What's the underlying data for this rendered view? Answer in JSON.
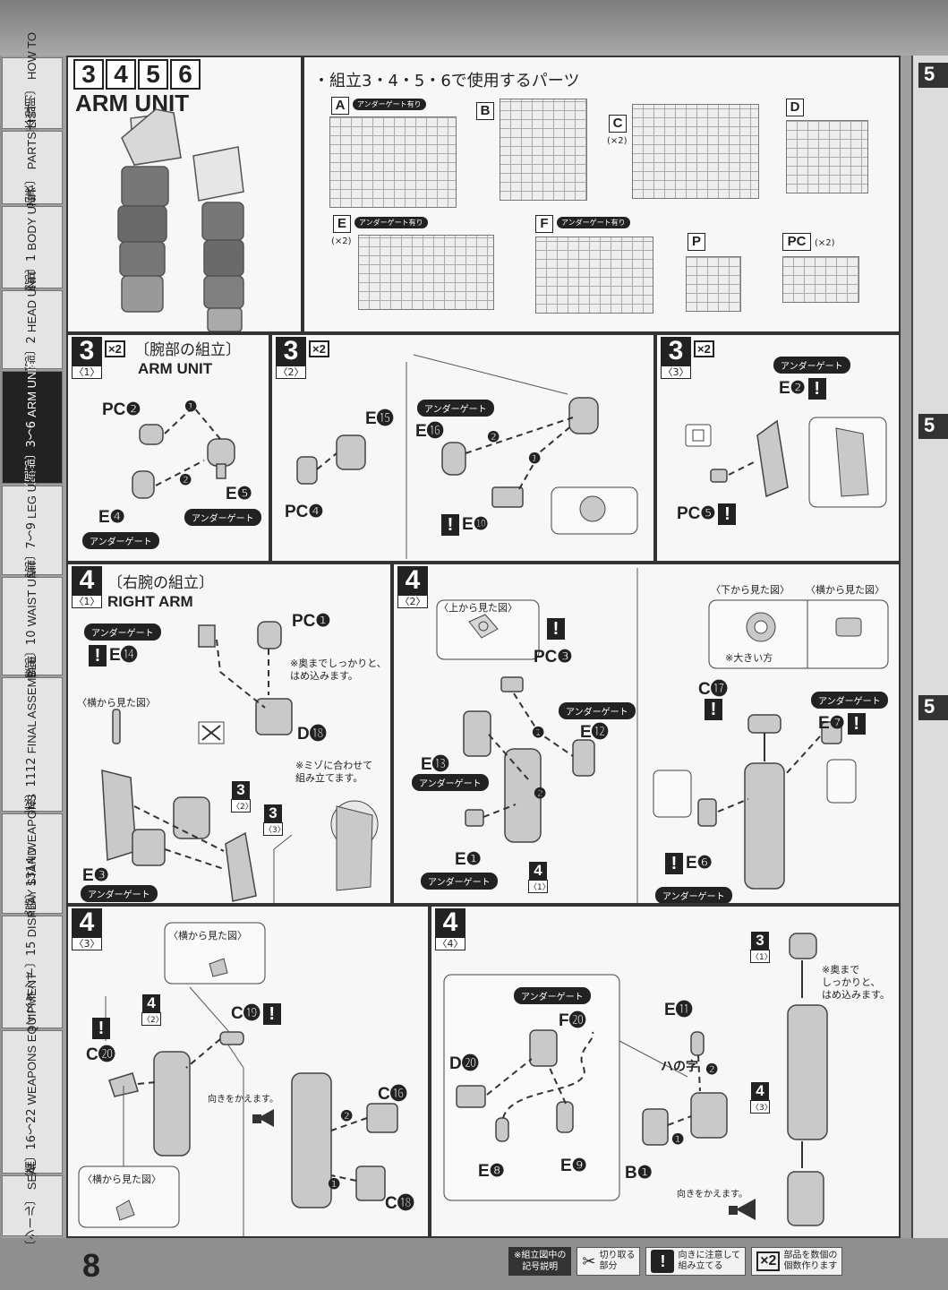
{
  "page_number": "8",
  "sidebar": {
    "tabs": [
      {
        "jp": "〔基本説明〕",
        "en": "HOW TO",
        "active": false
      },
      {
        "jp": "〔部品表〕",
        "en": "PARTS LIST",
        "active": false
      },
      {
        "jp": "〔胸部〕1",
        "en": "BODY UNIT",
        "active": false
      },
      {
        "jp": "〔頭部〕2",
        "en": "HEAD UNIT",
        "active": false
      },
      {
        "jp": "〔腕部〕3〜6",
        "en": "ARM UNIT",
        "active": true
      },
      {
        "jp": "〔脚部〕7〜9",
        "en": "LEG UNIT",
        "active": false
      },
      {
        "jp": "〔腰部〕10",
        "en": "WAIST UNIT",
        "active": false
      },
      {
        "jp": "〔完成〕1112",
        "en": "FINAL ASSEMBLE",
        "active": false
      },
      {
        "jp": "〔武器〕1314",
        "en": "WEAPONS",
        "active": false
      },
      {
        "jp": "〔ディスプレイスタンド〕15",
        "en": "DISPLAY STAND",
        "active": false
      },
      {
        "jp": "〔武器の装備〕16〜22",
        "en": "WEAPONS EQUIPMENT",
        "active": false
      },
      {
        "jp": "〔シール〕",
        "en": "SEAL",
        "active": false
      }
    ]
  },
  "header": {
    "steps": [
      "3",
      "4",
      "5",
      "6"
    ],
    "title": "ARM UNIT",
    "parts_heading": "・組立3・4・5・6で使用するパーツ",
    "runners": [
      {
        "label": "A",
        "underground": "アンダーゲート有り",
        "count": ""
      },
      {
        "label": "B",
        "underground": "",
        "count": ""
      },
      {
        "label": "C",
        "underground": "",
        "count": "(×2)"
      },
      {
        "label": "D",
        "underground": "",
        "count": ""
      },
      {
        "label": "E",
        "underground": "アンダーゲート有り",
        "count": "(×2)"
      },
      {
        "label": "F",
        "underground": "アンダーゲート有り",
        "count": ""
      },
      {
        "label": "P",
        "underground": "",
        "count": ""
      },
      {
        "label": "PC",
        "underground": "",
        "count": "(×2)"
      }
    ]
  },
  "s31": {
    "num": "3",
    "sub": "〈1〉",
    "mult": "×2",
    "title_jp": "〔腕部の組立〕",
    "title_en": "ARM UNIT",
    "pc": "PC❷",
    "e5": "E❺",
    "e4": "E❹",
    "ug": "アンダーゲート",
    "o1": "❶",
    "o2": "❷"
  },
  "s32": {
    "num": "3",
    "sub": "〈2〉",
    "mult": "×2",
    "e15": "E⓯",
    "pc4": "PC❹",
    "e16": "E⓰",
    "e10": "E❿",
    "ug": "アンダーゲート",
    "o1": "❶",
    "o2": "❷"
  },
  "s33": {
    "num": "3",
    "sub": "〈3〉",
    "mult": "×2",
    "ug": "アンダーゲート",
    "e2": "E❷",
    "pc5": "PC❺"
  },
  "s41": {
    "num": "4",
    "sub": "〈1〉",
    "title_jp": "〔右腕の組立〕",
    "title_en": "RIGHT ARM",
    "ug": "アンダーゲート",
    "e14": "E⓮",
    "pc1": "PC❶",
    "note1": "※奥までしっかりと、\nはめ込みます。",
    "side": "〈横から見た図〉",
    "d18": "D⓲",
    "note2": "※ミゾに合わせて\n組み立てます。",
    "e3": "E❸",
    "r3a": "3",
    "r3a_s": "〈2〉",
    "r3b": "3",
    "r3b_s": "〈3〉"
  },
  "s42": {
    "num": "4",
    "sub": "〈2〉",
    "top": "〈上から見た図〉",
    "pc3": "PC❸",
    "ug": "アンダーゲート",
    "e12": "E⓬",
    "e13": "E⓭",
    "e1": "E❶",
    "r4": "4",
    "r4_s": "〈1〉",
    "bottom": "〈下から見た図〉",
    "side": "〈横から見た図〉",
    "big": "※大きい方",
    "c17": "C⓱",
    "e7": "E❼",
    "e6": "E❻",
    "o1": "❶",
    "o2": "❷"
  },
  "s43": {
    "num": "4",
    "sub": "〈3〉",
    "side1": "〈横から見た図〉",
    "c19": "C⓳",
    "c20": "C⓴",
    "r4": "4",
    "r4_s": "〈2〉",
    "turn": "向きをかえます。",
    "c16": "C⓰",
    "c18": "C⓲",
    "side2": "〈横から見た図〉",
    "o1": "❶",
    "o2": "❷"
  },
  "s44": {
    "num": "4",
    "sub": "〈4〉",
    "ug": "アンダーゲート",
    "f20": "F⓴",
    "e11": "E⓫",
    "d20": "D⓴",
    "hachi": "ハの字",
    "e8": "E❽",
    "e9": "E❾",
    "b1": "B❶",
    "turn": "向きをかえます。",
    "r3": "3",
    "r3_s": "〈1〉",
    "note": "※奥まで\nしっかりと、\nはめ込みます。",
    "r4": "4",
    "r4_s": "〈3〉",
    "o1": "❶",
    "o2": "❷"
  },
  "legend": {
    "title": "※組立図中の\n記号説明",
    "items": [
      {
        "icon": "nipper-icon",
        "text": "切り取る\n部分"
      },
      {
        "icon": "caution-icon",
        "text": "向きに注意して\n組み立てる"
      },
      {
        "icon": "x2-icon",
        "text": "部品を数個の\n個数作ります"
      }
    ]
  },
  "right_strip": [
    "5",
    "5",
    "5"
  ]
}
